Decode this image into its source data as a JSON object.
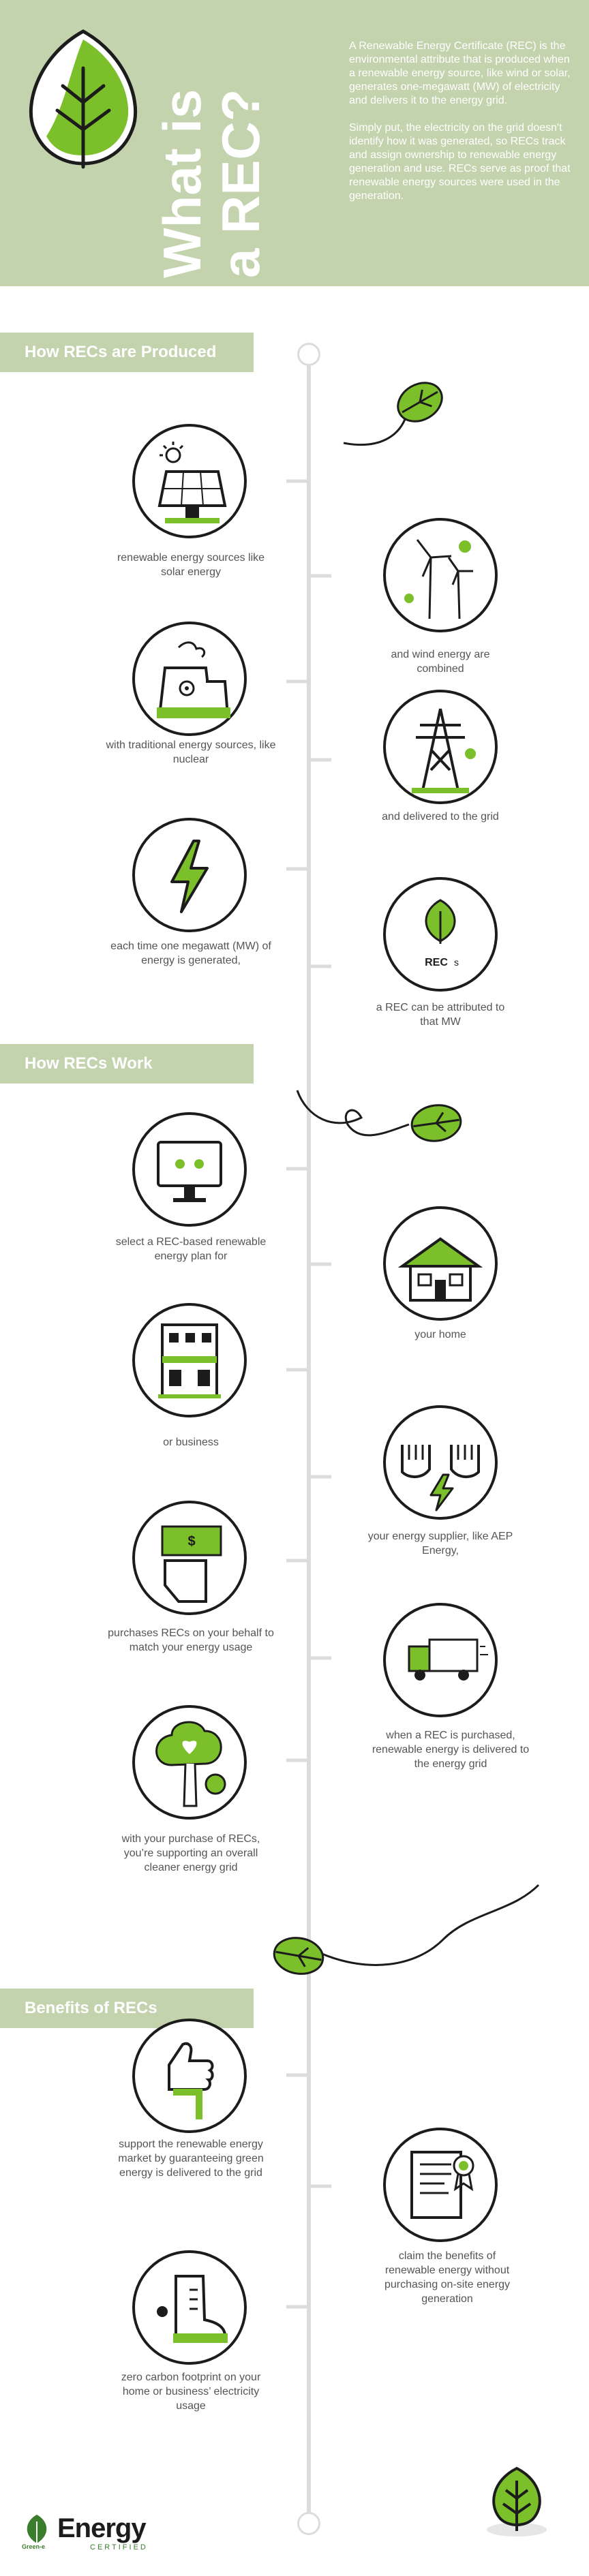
{
  "header": {
    "title_line1": "What is",
    "title_line2": "a REC?",
    "intro_p1": "A Renewable Energy Certificate (REC) is the environmental attribute that is produced when a renewable energy source, like wind or solar, generates one-megawatt (MW) of electricity and delivers it to the energy grid.",
    "intro_p2": "Simply put, the electricity on the grid doesn't identify how it was generated, so RECs track and assign ownership to renewable energy generation and use. RECs serve as proof that renewable energy sources were used in the generation."
  },
  "sections": {
    "produced": "How RECs are Produced",
    "work": "How RECs Work",
    "benefits": "Benefits of RECs"
  },
  "produced_steps": [
    "renewable energy sources like solar energy",
    "and wind energy are combined",
    "with traditional energy sources, like nuclear",
    "and delivered to the grid",
    "each time one megawatt (MW) of energy is generated,",
    "a REC can be attributed to that MW"
  ],
  "work_steps": [
    "select a REC-based renewable energy plan for",
    "your home",
    "or business",
    "your energy supplier, like AEP Energy,",
    "purchases RECs on your behalf to match your energy usage",
    "when a REC is purchased, renewable energy is delivered to the energy grid",
    "with your purchase of RECs, you’re supporting an overall cleaner energy grid"
  ],
  "benefits_steps": [
    "support the renewable energy market by guaranteeing green energy is delivered to the grid",
    "claim the benefits of renewable energy without purchasing on-site energy generation",
    "zero carbon footprint on your home or business’ electricity usage"
  ],
  "icon_texts": {
    "rec_label": "REC",
    "money_label": "$"
  },
  "footer": {
    "brand_small": "Green-e",
    "brand_main": "Energy",
    "brand_sub": "CERTIFIED"
  },
  "colors": {
    "accent": "#7bbf2a",
    "header_bg": "#c3d3ad",
    "ink": "#1c1c1c",
    "timeline": "#dcdcdc"
  }
}
